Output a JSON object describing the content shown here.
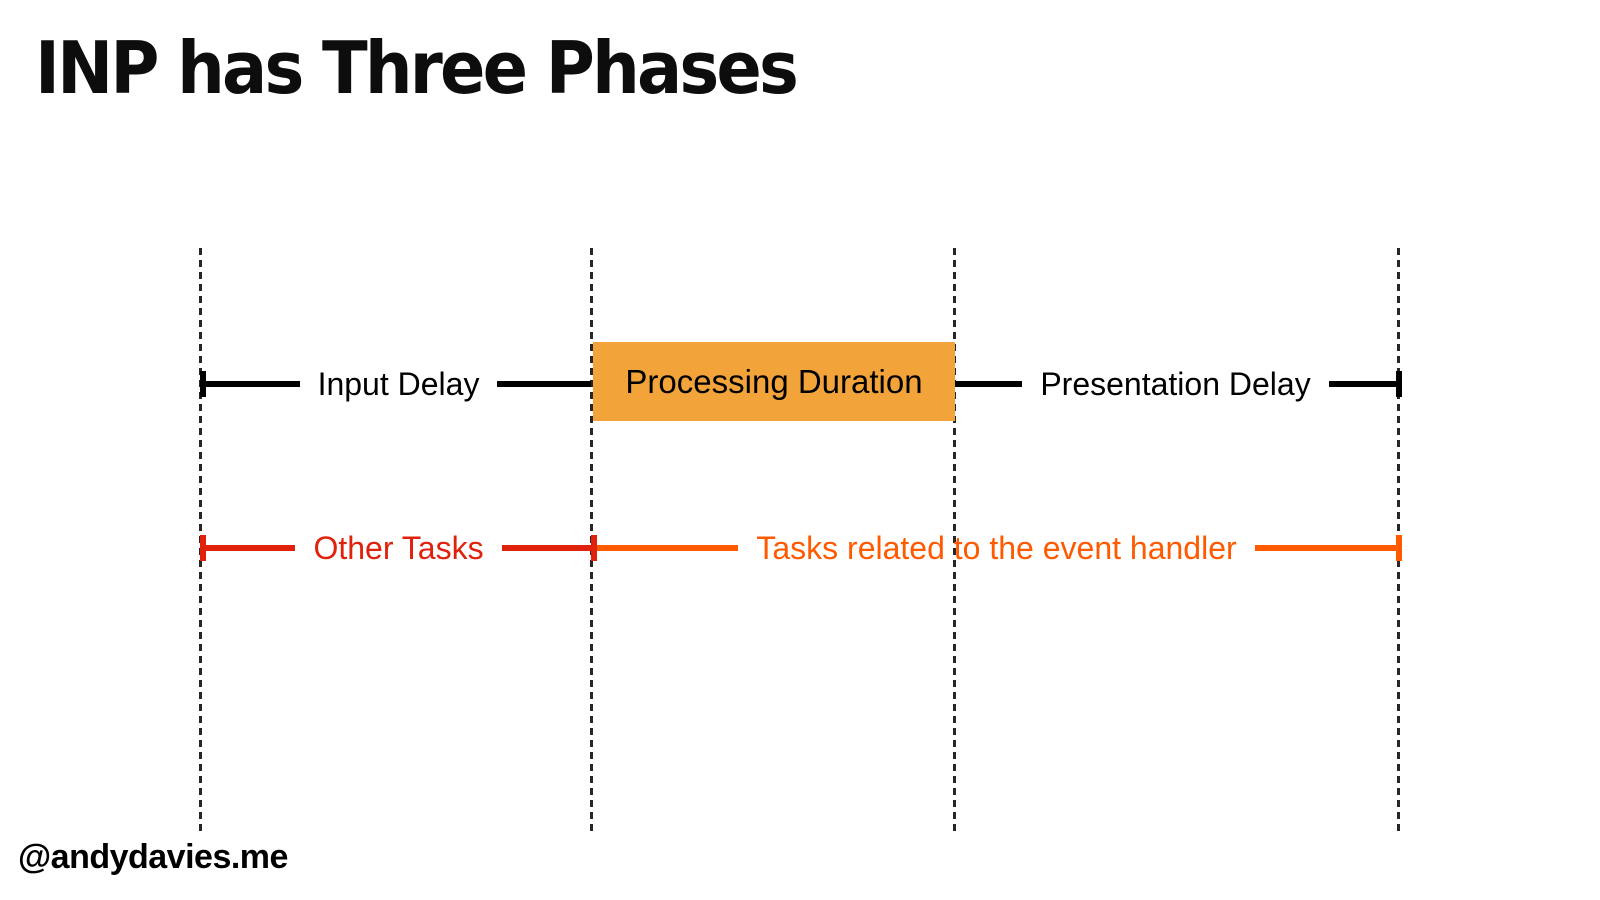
{
  "title": "INP has Three Phases",
  "watermark": "@andydavies.me",
  "colors": {
    "box_orange": "#f2a43b",
    "red": "#e0220d",
    "orange": "#ff5a00",
    "black": "#000000",
    "background": "#ffffff"
  },
  "diagram": {
    "phase_row": {
      "input_delay": "Input Delay",
      "processing_duration": "Processing Duration",
      "presentation_delay": "Presentation Delay"
    },
    "task_row": {
      "other_tasks": "Other Tasks",
      "event_handler_tasks": "Tasks related to the event handler"
    }
  }
}
